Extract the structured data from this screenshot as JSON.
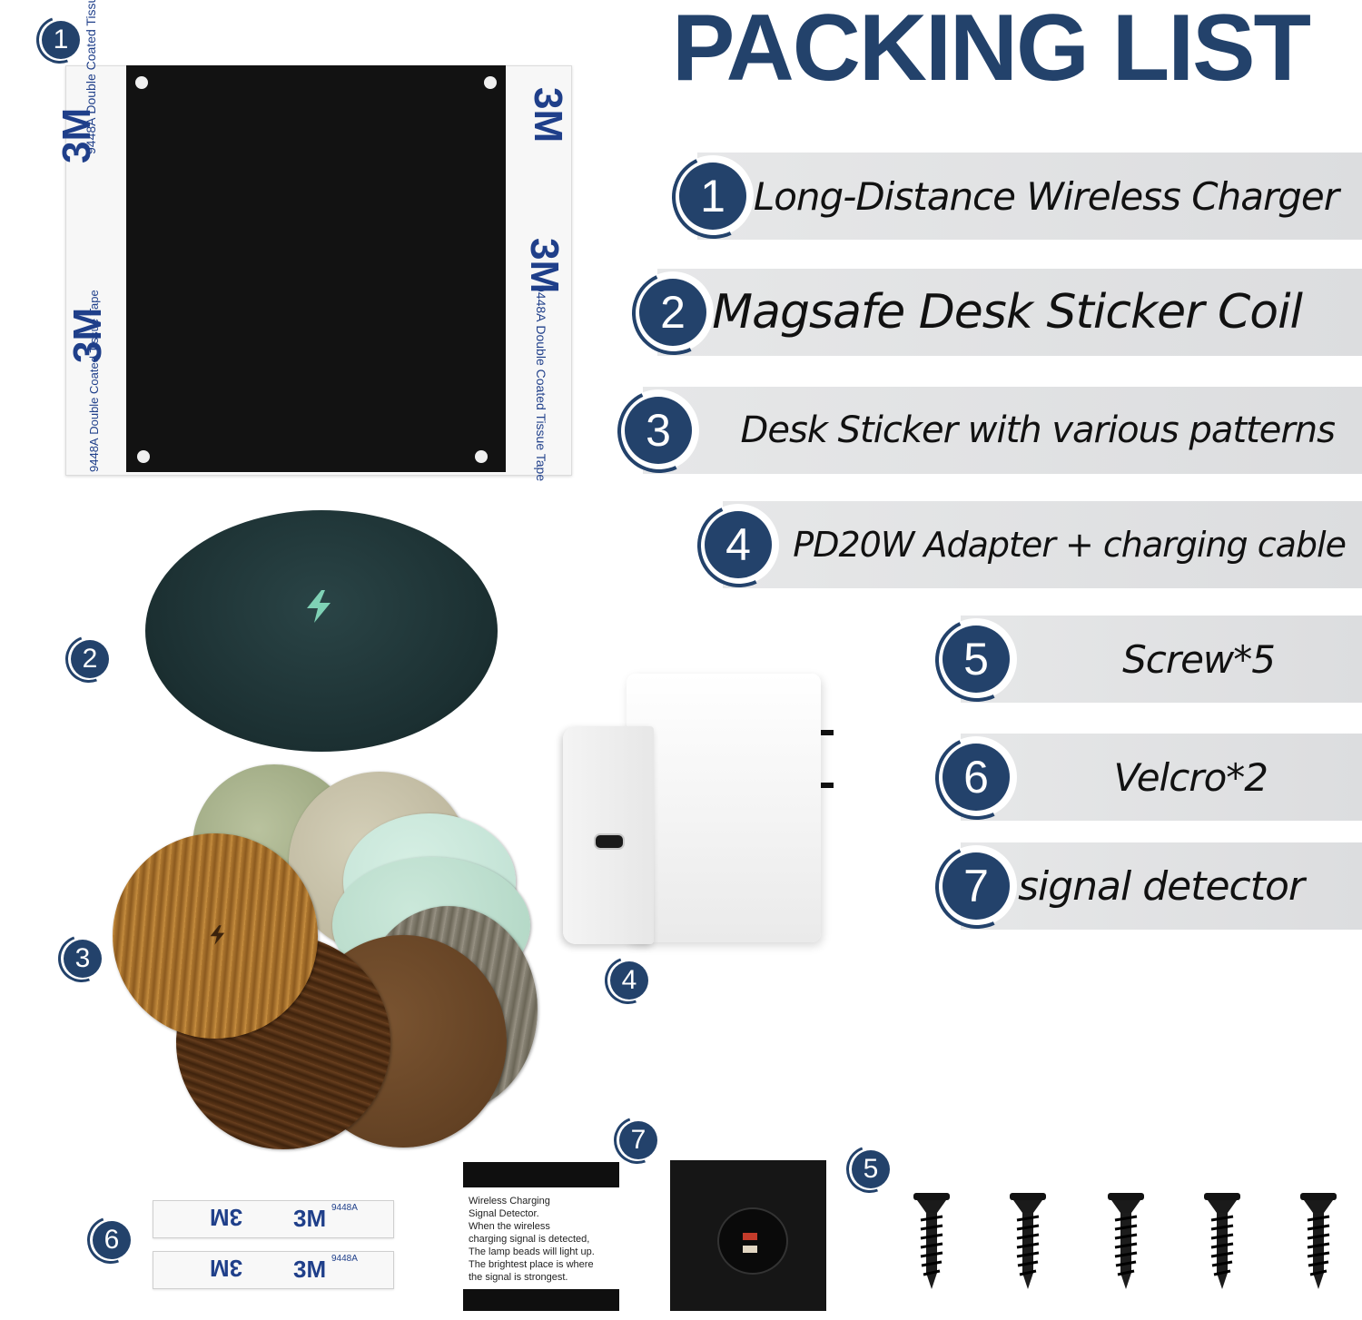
{
  "title": "PACKING LIST",
  "colors": {
    "navy": "#23426b",
    "bar": "#e4e5e6"
  },
  "items": [
    {
      "number": "1",
      "label": "Long-Distance Wireless Charger"
    },
    {
      "number": "2",
      "label": "Magsafe Desk Sticker Coil"
    },
    {
      "number": "3",
      "label": "Desk Sticker with various patterns"
    },
    {
      "number": "4",
      "label": "PD20W Adapter + charging cable"
    },
    {
      "number": "5",
      "label": "Screw*5"
    },
    {
      "number": "6",
      "label": "Velcro*2"
    },
    {
      "number": "7",
      "label": "signal detector"
    }
  ],
  "tape": {
    "brand": "3M",
    "code": "9448A",
    "desc": "Double Coated Tissue Tape"
  },
  "detector_card": {
    "lines": [
      "Wireless Charging",
      "Signal Detector.",
      "When the wireless",
      "charging signal is detected,",
      "The lamp beads will light up.",
      "The brightest place is where",
      "the signal is strongest."
    ]
  },
  "icons": {
    "coil": "lightning-bolt-icon",
    "screw": "screw-icon"
  }
}
